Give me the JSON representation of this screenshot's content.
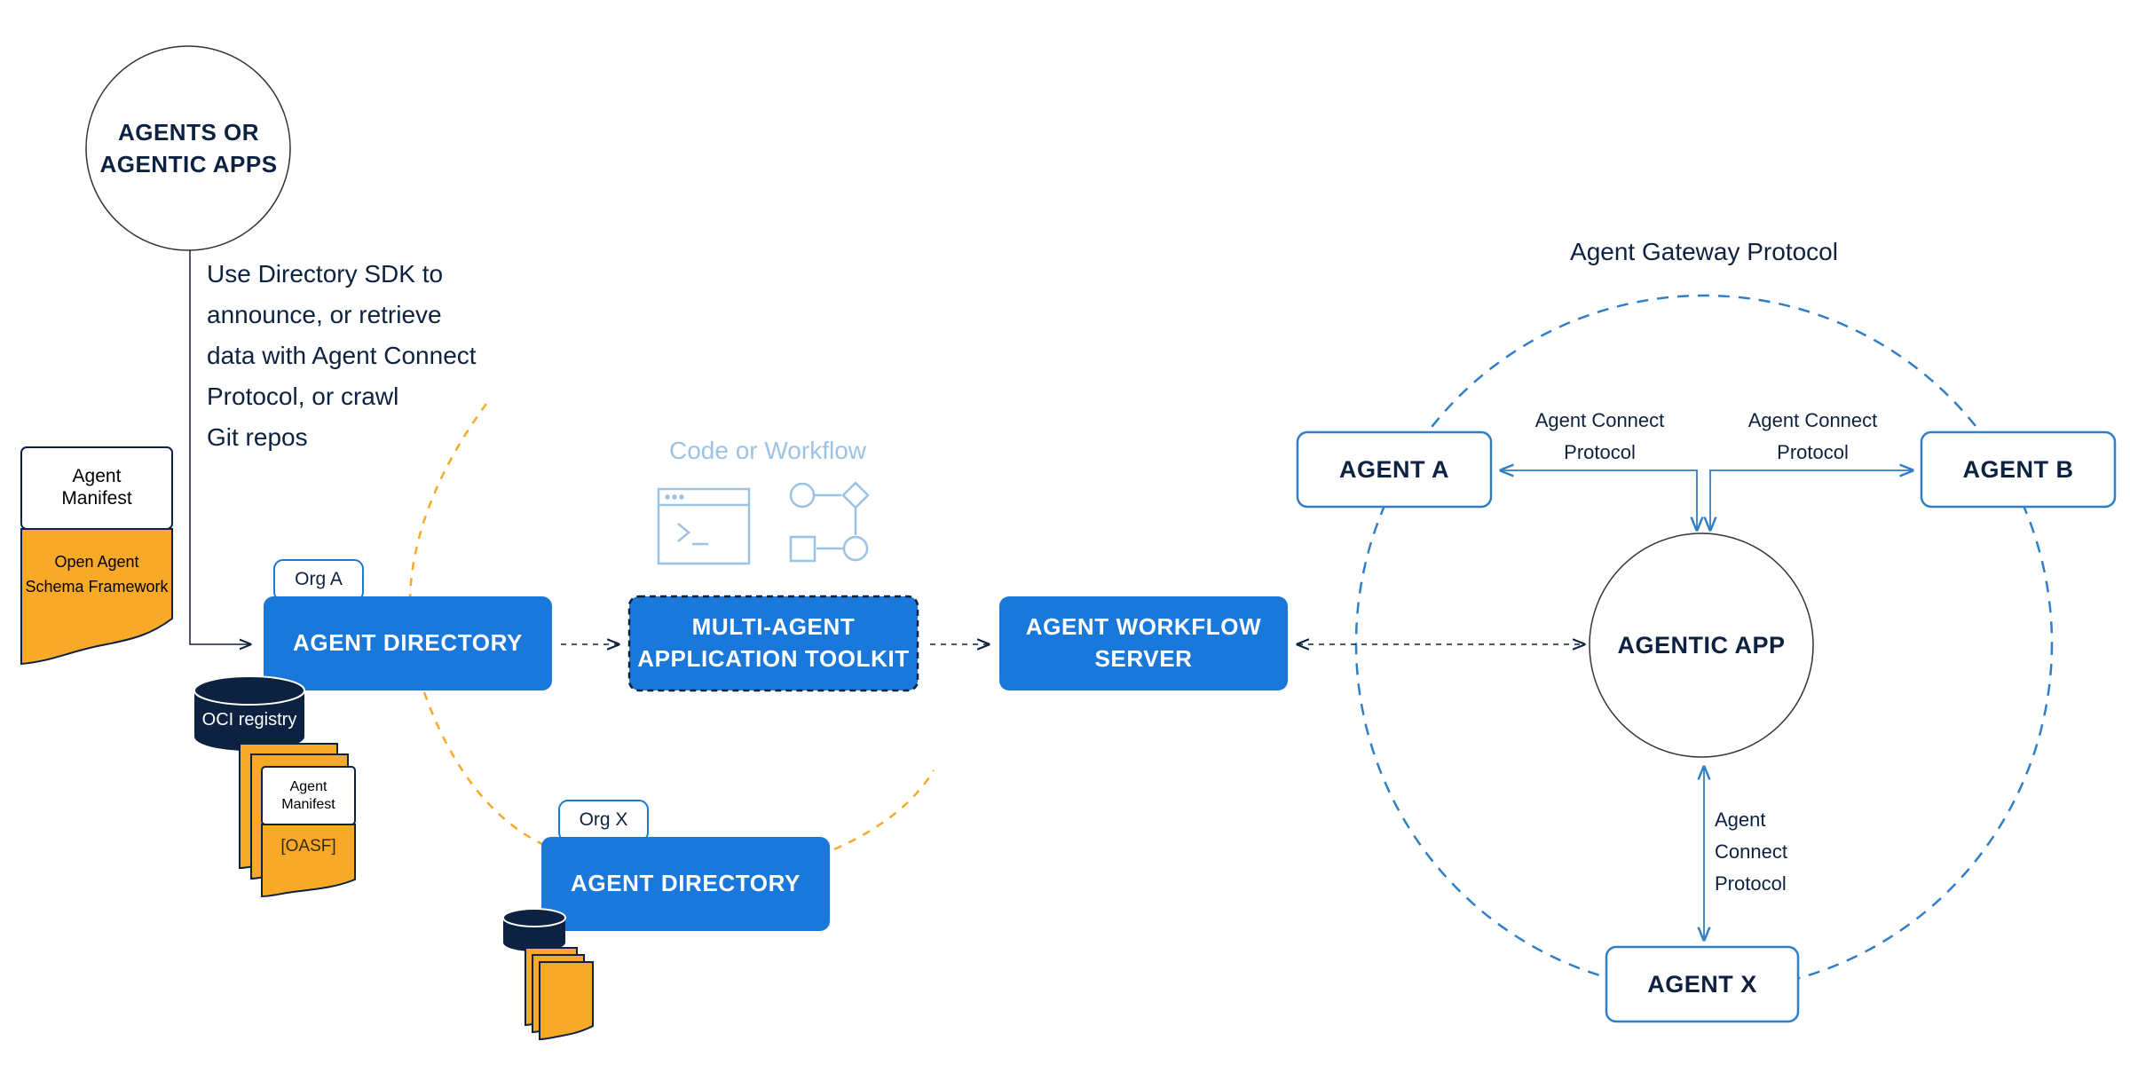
{
  "agents_circle": {
    "label": "AGENTS OR\nAGENTIC APPS"
  },
  "sdk_note": {
    "text": "Use Directory SDK to\nannounce, or retrieve\ndata with Agent Connect\nProtocol, or crawl\nGit repos"
  },
  "agent_manifest": {
    "title": "Agent\nManifest",
    "body": "Open Agent\nSchema Framework"
  },
  "org_a": {
    "tag": "Org A",
    "directory_label": "AGENT DIRECTORY"
  },
  "org_x": {
    "tag": "Org X",
    "directory_label": "AGENT DIRECTORY"
  },
  "oci_registry": {
    "label": "OCI registry"
  },
  "small_manifest": {
    "title": "Agent\nManifest",
    "body": "[OASF]"
  },
  "code_workflow": {
    "title": "Code or Workflow"
  },
  "toolkit": {
    "label": "MULTI-AGENT\nAPPLICATION TOOLKIT"
  },
  "workflow_server": {
    "label": "AGENT WORKFLOW\nSERVER"
  },
  "gateway": {
    "title": "Agent Gateway Protocol"
  },
  "agentic_app": {
    "label": "AGENTIC APP"
  },
  "agent_a": {
    "label": "AGENT A"
  },
  "agent_b": {
    "label": "AGENT B"
  },
  "agent_x": {
    "label": "AGENT X"
  },
  "protocols": {
    "a_to_app": "Agent Connect\nProtocol",
    "b_to_app": "Agent Connect\nProtocol",
    "x_to_app": "Agent\nConnect\nProtocol"
  },
  "colors": {
    "primary_blue": "#1a78db",
    "navy": "#0d2240",
    "orange": "#f8a928",
    "light_blue": "#9cc3e3",
    "dashed_blue": "#2f7fc8"
  },
  "icons": [
    "terminal-window-icon",
    "workflow-shapes-icon",
    "database-cylinder-icon",
    "document-stack-icon"
  ]
}
